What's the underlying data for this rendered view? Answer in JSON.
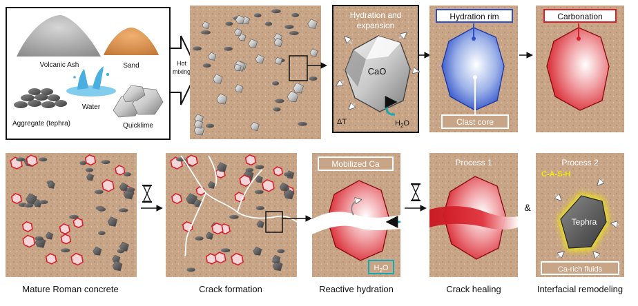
{
  "ingredients": {
    "volcanic_ash": "Volcanic Ash",
    "sand": "Sand",
    "water": "Water",
    "aggregate": "Aggregate (tephra)",
    "quicklime": "Quicklime"
  },
  "arrows": {
    "hot_mixing_line1": "Hot",
    "hot_mixing_line2": "mixing"
  },
  "panel_hydration": {
    "title_line1": "Hydration and",
    "title_line2": "expansion",
    "cao": "CaO",
    "delta_t": "ΔT",
    "h2o_base": "H",
    "h2o_sub": "2",
    "h2o_end": "O"
  },
  "panel_rim": {
    "title": "Hydration rim",
    "core": "Clast core"
  },
  "panel_carbonation": {
    "title": "Carbonation"
  },
  "panel_mobilized": {
    "title": "Mobilized Ca",
    "h2o_base": "H",
    "h2o_sub": "2",
    "h2o_end": "O"
  },
  "panel_process1": {
    "title": "Process 1"
  },
  "panel_process2": {
    "title": "Process 2",
    "csh": "C-A-S-H",
    "tephra": "Tephra",
    "fluids": "Ca-rich fluids"
  },
  "ampersand": "&",
  "captions": {
    "mature": "Mature Roman concrete",
    "crack_formation": "Crack formation",
    "reactive_hydration": "Reactive hydration",
    "crack_healing": "Crack healing",
    "interfacial": "Interfacial remodeling"
  },
  "colors": {
    "concrete": "#c9a588",
    "rim_blue": "#2c4ec8",
    "carbonation_red": "#d8202a",
    "water_teal": "#1aa7b5",
    "csh_yellow": "#f2ea10"
  }
}
